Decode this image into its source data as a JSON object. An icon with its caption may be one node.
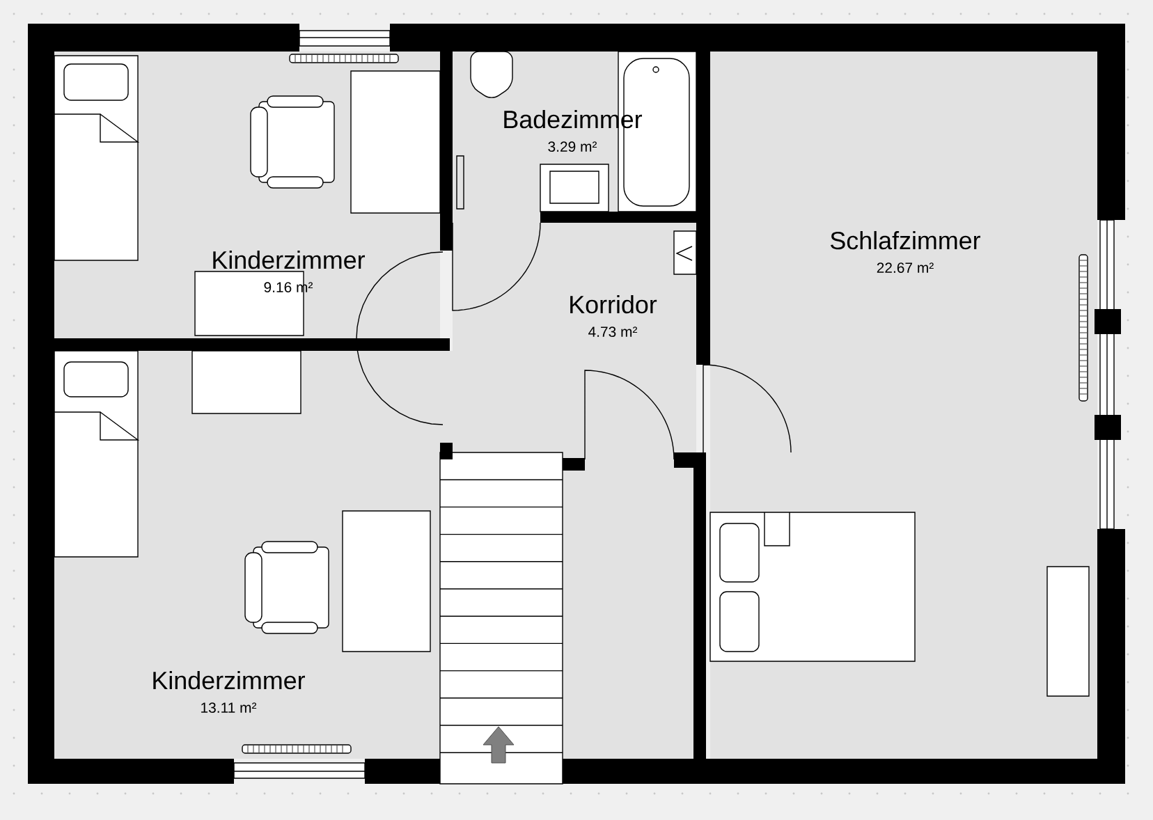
{
  "diagram": {
    "nodes": [
      {
        "text": [
          "Kinderzimmer",
          "9.16 m²"
        ]
      },
      {
        "text": [
          "Badezimmer",
          "3.29 m²"
        ]
      },
      {
        "text": [
          "Schlafzimmer",
          "22.67 m²"
        ]
      },
      {
        "text": [
          "Korridor",
          "4.73 m²"
        ]
      },
      {
        "text": [
          "Kinderzimmer",
          "13.11 m²"
        ]
      }
    ]
  }
}
